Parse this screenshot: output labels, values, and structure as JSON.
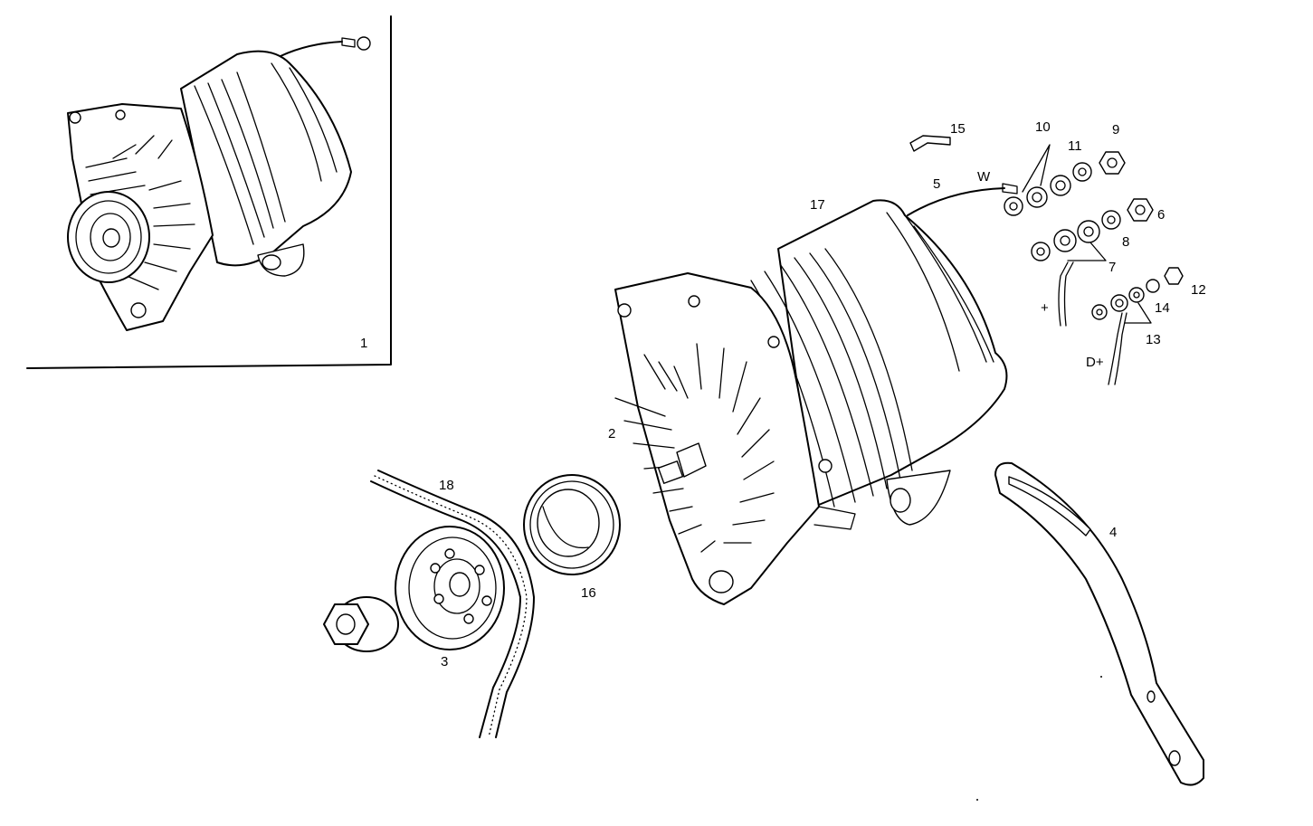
{
  "labels": {
    "l1": "1",
    "l2": "2",
    "l3": "3",
    "l4": "4",
    "l5": "5",
    "l6": "6",
    "l7": "7",
    "l8": "8",
    "l9": "9",
    "l10": "10",
    "l11": "11",
    "l12": "12",
    "l13": "13",
    "l14": "14",
    "l15": "15",
    "l16": "16",
    "l17": "17",
    "l18": "18",
    "w": "W",
    "plus": "+",
    "dplus": "D+"
  },
  "colors": {
    "ink": "#000000",
    "paper": "#ffffff"
  }
}
